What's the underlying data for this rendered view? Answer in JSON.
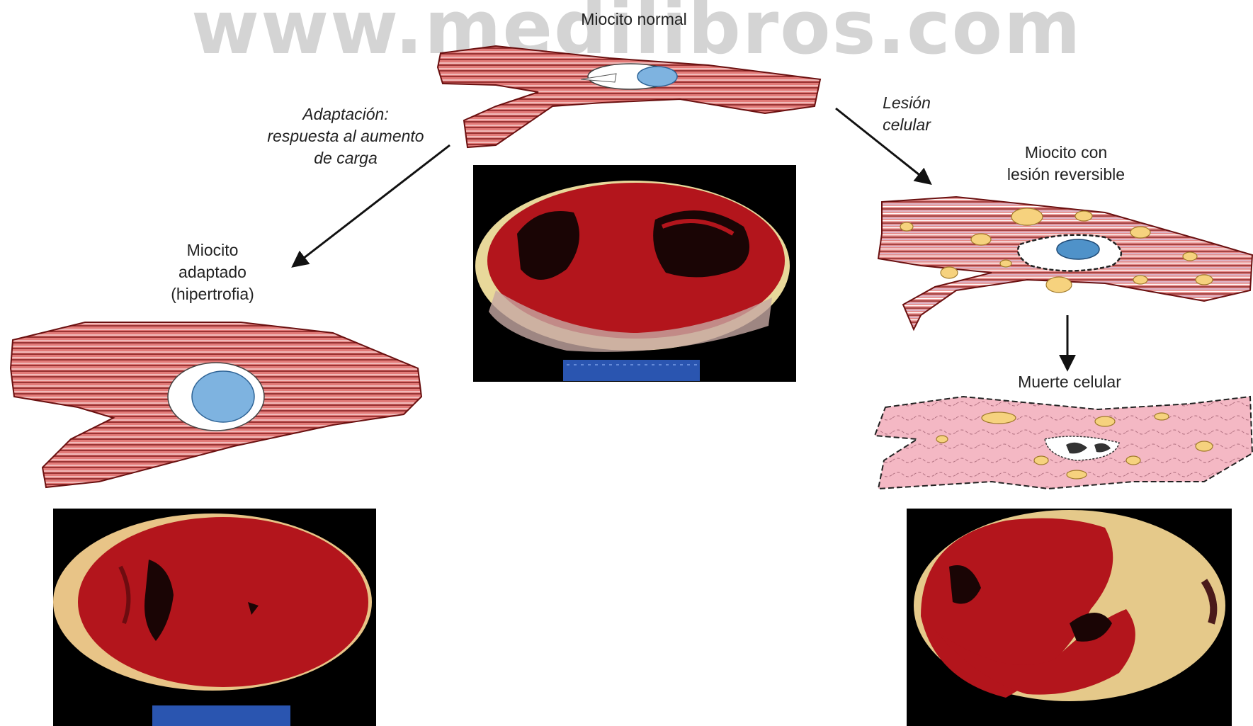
{
  "watermark": "www.medilibros.com",
  "labels": {
    "normal": "Miocito normal",
    "adaptation_line1": "Adaptación:",
    "adaptation_line2": "respuesta al aumento",
    "adaptation_line3": "de carga",
    "adapted_line1": "Miocito",
    "adapted_line2": "adaptado",
    "adapted_line3": "(hipertrofia)",
    "injury_line1": "Lesión",
    "injury_line2": "celular",
    "reversible_line1": "Miocito con",
    "reversible_line2": "lesión reversible",
    "death": "Muerte celular"
  },
  "colors": {
    "muscle": "#e27a78",
    "muscle_stroke": "#8b1c1c",
    "nucleus": "#7eb3e0",
    "fat": "#f6d27e",
    "dead_cell": "#f4b8c4",
    "heart_tissue": "#b3151c",
    "background": "#000000"
  }
}
